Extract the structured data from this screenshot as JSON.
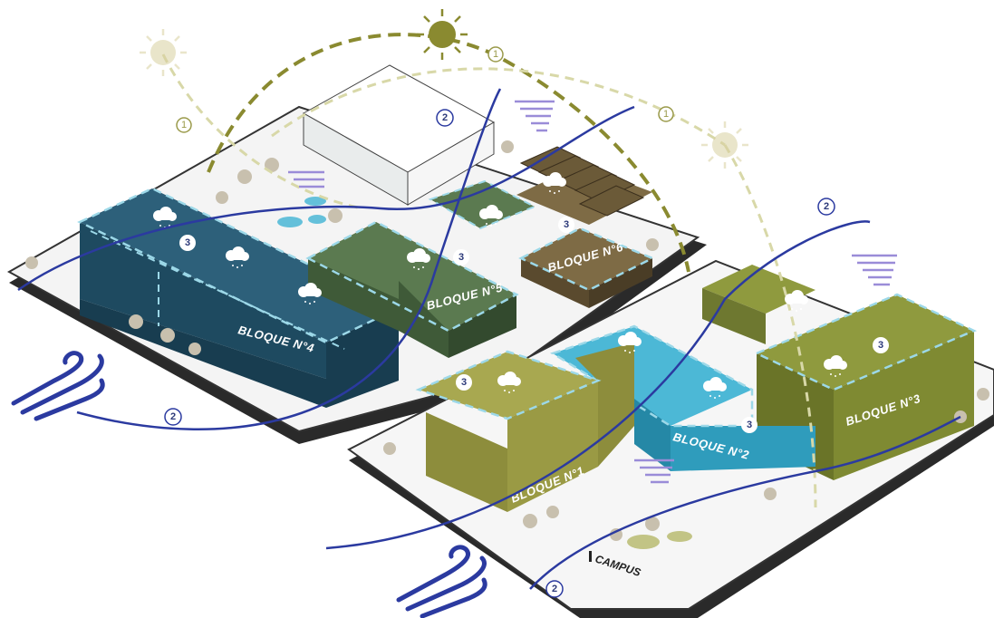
{
  "buildings": {
    "b4": "BLOQUE N°4",
    "b5": "BLOQUE N°5",
    "b6": "BLOQUE N°6",
    "b3": "BLOQUE N°3",
    "b2": "BLOQUE N°2",
    "b1": "BLOQUE N°1"
  },
  "site_label": "CAMPUS",
  "markers": {
    "sun": "1",
    "wind": "2",
    "rain": "3"
  },
  "icons": [
    "sun-icon",
    "wind-icon",
    "rain-cloud-icon",
    "tree-icon",
    "wind-lines-icon"
  ],
  "colors": {
    "block4": "#1e4a60",
    "block5": "#4d6a44",
    "block6": "#6b5a38",
    "block2": "#2f9cbc",
    "block3": "#7f8a32",
    "block1": "#9a9a44",
    "wind_path": "#2b3aa0",
    "sun_path": "#8a8a30",
    "dashed_outline": "#9cd8e8"
  }
}
